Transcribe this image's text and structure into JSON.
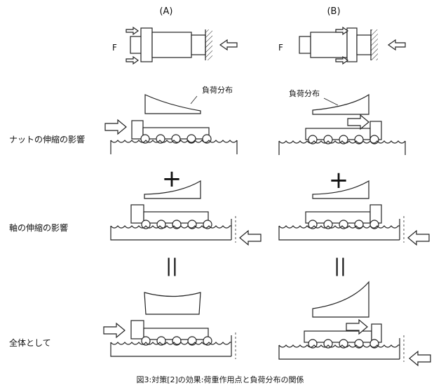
{
  "columns": {
    "a": "(A)",
    "b": "(B)"
  },
  "force_label": "F",
  "load_label": "負荷分布",
  "rows": {
    "nut": "ナットの伸縮の影響",
    "shaft": "軸の伸縮の影響",
    "total": "全体として"
  },
  "operators": {
    "plus": "+",
    "equals": "||"
  },
  "caption": "図3:対策[2]の効果:荷重作用点と負荷分布の関係"
}
